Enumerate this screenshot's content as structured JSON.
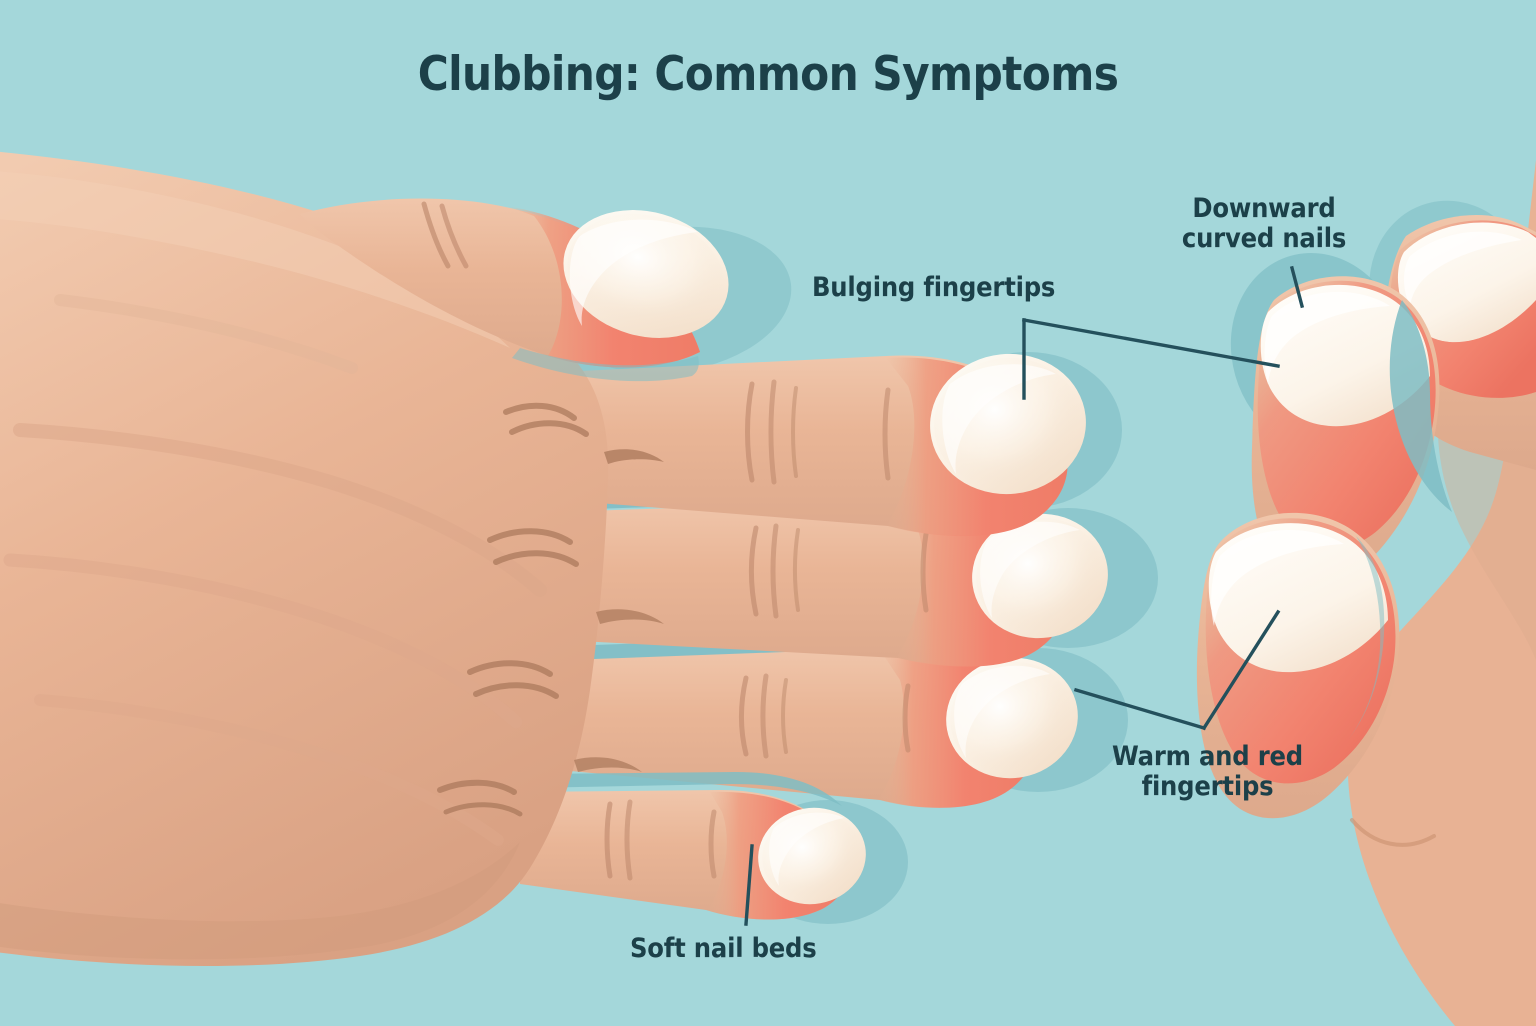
{
  "title": "Clubbing: Common Symptoms",
  "illustration": {
    "type": "medical-diagram",
    "subject": "digital clubbing of the fingers",
    "view": "two hands, dorsal view, left hand large in foreground with fingers extended to the right, second hand partially visible at upper right with fingertips pointing down-left"
  },
  "colors": {
    "background": "#a4d7da",
    "title_text": "#1c4049",
    "label_text": "#1c4049",
    "leader_line": "#24505c",
    "skin": "#e8b294",
    "skin_light": "#eec0a4",
    "skin_shadow": "#d9a183",
    "crease": "#b07f62",
    "fingertip_red": "#f2836f",
    "fingertip_red_deep": "#ee7260",
    "nail": "#fbf0e2",
    "nail_white": "#fdfaf3",
    "nail_shade": "#f0ddc9",
    "shadow_teal": "#7fbdc4",
    "shadow_teal_deep": "#6faeb6"
  },
  "labels": [
    {
      "id": "bulging-fingertips",
      "text": "Bulging fingertips",
      "lines": [
        "Bulging fingertips"
      ],
      "align": "left",
      "points_to": "enlarged bulbous tip of the index finger on the left hand"
    },
    {
      "id": "downward-curved-nails",
      "text": "Downward\ncurved nails",
      "lines": [
        "Downward",
        "curved nails"
      ],
      "align": "center",
      "points_to": "convex, downward-curving nails on the second hand at upper right"
    },
    {
      "id": "warm-and-red-fingertips",
      "text": "Warm and red\nfingertips",
      "lines": [
        "Warm and red",
        "fingertips"
      ],
      "align": "center",
      "points_to": "reddened fingertips on both the left hand ring finger and the second hand"
    },
    {
      "id": "soft-nail-beds",
      "text": "Soft nail beds",
      "lines": [
        "Soft nail beds"
      ],
      "align": "left",
      "points_to": "base of the nail on the little finger of the left hand"
    }
  ]
}
